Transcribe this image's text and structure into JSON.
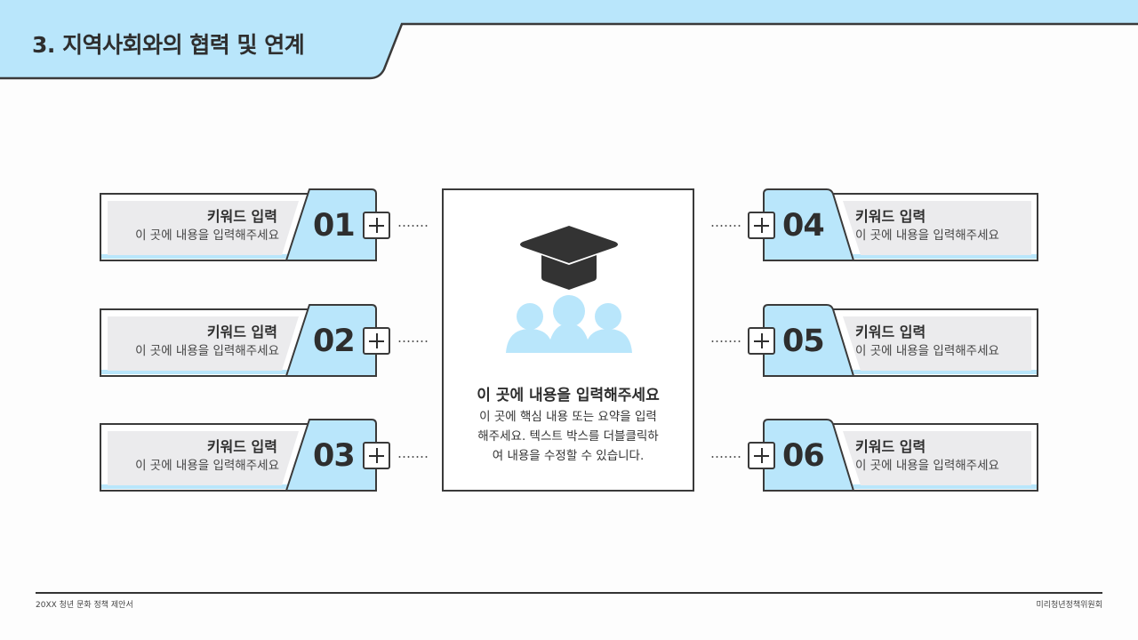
{
  "header": {
    "title": "3. 지역사회와의 협력 및 연계"
  },
  "colors": {
    "accent_blue": "#b9e6fb",
    "panel_gray": "#ebebed",
    "outline": "#3a3a3a",
    "text_dark": "#2e2e2e"
  },
  "items_left": [
    {
      "number": "01",
      "keyword": "키워드 입력",
      "description": "이 곳에 내용을 입력해주세요"
    },
    {
      "number": "02",
      "keyword": "키워드 입력",
      "description": "이 곳에 내용을 입력해주세요"
    },
    {
      "number": "03",
      "keyword": "키워드 입력",
      "description": "이 곳에 내용을 입력해주세요"
    }
  ],
  "items_right": [
    {
      "number": "04",
      "keyword": "키워드 입력",
      "description": "이 곳에 내용을 입력해주세요"
    },
    {
      "number": "05",
      "keyword": "키워드 입력",
      "description": "이 곳에 내용을 입력해주세요"
    },
    {
      "number": "06",
      "keyword": "키워드 입력",
      "description": "이 곳에 내용을 입력해주세요"
    }
  ],
  "center": {
    "icon": "graduation-cap-people-icon",
    "title": "이 곳에 내용을 입력해주세요",
    "body_line1": "이 곳에 핵심 내용 또는 요약을 입력",
    "body_line2": "해주세요. 텍스트 박스를 더블클릭하",
    "body_line3": "여 내용을 수정할 수 있습니다."
  },
  "footer": {
    "left": "20XX 청년 문화 정책 제안서",
    "right": "미리청년정책위원회"
  }
}
